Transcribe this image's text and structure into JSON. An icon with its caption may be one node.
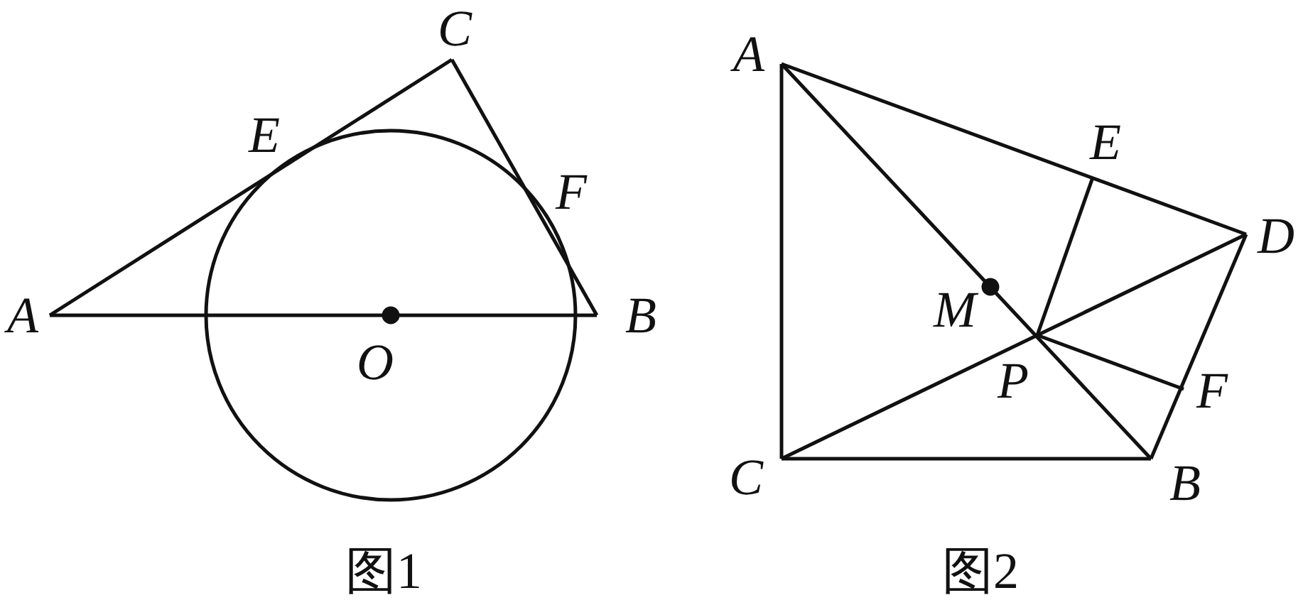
{
  "diagram": {
    "labels": [
      "C",
      "E",
      "F",
      "A",
      "O",
      "B",
      "图1",
      "A",
      "E",
      "D",
      "M",
      "P",
      "F",
      "C",
      "B",
      "图2"
    ]
  }
}
